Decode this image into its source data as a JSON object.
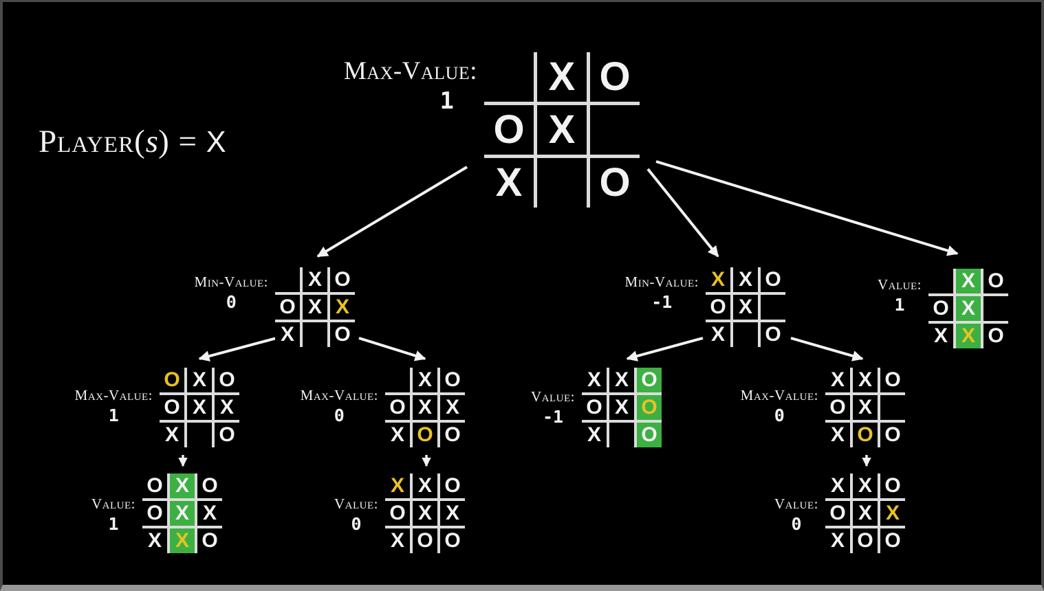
{
  "heading": {
    "prefix": "Player(",
    "variable": "s",
    "equals": ") = ",
    "player": "X"
  },
  "colors": {
    "background": "#000000",
    "grid_line": "#dcdcdc",
    "piece": "#f2f2f2",
    "new_move": "#e8c226",
    "win_highlight": "#3cb043",
    "arrow": "#f2f2f2",
    "frame": "#4a4a4a",
    "frame_bottom": "#979797"
  },
  "boards": {
    "root": {
      "label": "Max-Value:",
      "value": "1",
      "cells": [
        {
          "mark": ""
        },
        {
          "mark": "X"
        },
        {
          "mark": "O"
        },
        {
          "mark": "O"
        },
        {
          "mark": "X"
        },
        {
          "mark": ""
        },
        {
          "mark": "X"
        },
        {
          "mark": ""
        },
        {
          "mark": "O"
        }
      ]
    },
    "l2_left": {
      "label": "Min-Value:",
      "value": "0",
      "cells": [
        {
          "mark": ""
        },
        {
          "mark": "X"
        },
        {
          "mark": "O"
        },
        {
          "mark": "O"
        },
        {
          "mark": "X"
        },
        {
          "mark": "X",
          "new": true
        },
        {
          "mark": "X"
        },
        {
          "mark": ""
        },
        {
          "mark": "O"
        }
      ]
    },
    "l2_mid": {
      "label": "Min-Value:",
      "value": "-1",
      "cells": [
        {
          "mark": "X",
          "new": true
        },
        {
          "mark": "X"
        },
        {
          "mark": "O"
        },
        {
          "mark": "O"
        },
        {
          "mark": "X"
        },
        {
          "mark": ""
        },
        {
          "mark": "X"
        },
        {
          "mark": ""
        },
        {
          "mark": "O"
        }
      ]
    },
    "l2_right": {
      "label": "Value:",
      "value": "1",
      "cells": [
        {
          "mark": ""
        },
        {
          "mark": "X",
          "win": true
        },
        {
          "mark": "O"
        },
        {
          "mark": "O"
        },
        {
          "mark": "X",
          "win": true
        },
        {
          "mark": ""
        },
        {
          "mark": "X"
        },
        {
          "mark": "X",
          "new": true,
          "win": true
        },
        {
          "mark": "O"
        }
      ]
    },
    "l3_a": {
      "label": "Max-Value:",
      "value": "1",
      "cells": [
        {
          "mark": "O",
          "new": true
        },
        {
          "mark": "X"
        },
        {
          "mark": "O"
        },
        {
          "mark": "O"
        },
        {
          "mark": "X"
        },
        {
          "mark": "X"
        },
        {
          "mark": "X"
        },
        {
          "mark": ""
        },
        {
          "mark": "O"
        }
      ]
    },
    "l3_b": {
      "label": "Max-Value:",
      "value": "0",
      "cells": [
        {
          "mark": ""
        },
        {
          "mark": "X"
        },
        {
          "mark": "O"
        },
        {
          "mark": "O"
        },
        {
          "mark": "X"
        },
        {
          "mark": "X"
        },
        {
          "mark": "X"
        },
        {
          "mark": "O",
          "new": true
        },
        {
          "mark": "O"
        }
      ]
    },
    "l3_c": {
      "label": "Value:",
      "value": "-1",
      "cells": [
        {
          "mark": "X"
        },
        {
          "mark": "X"
        },
        {
          "mark": "O",
          "win": true
        },
        {
          "mark": "O"
        },
        {
          "mark": "X"
        },
        {
          "mark": "O",
          "new": true,
          "win": true
        },
        {
          "mark": "X"
        },
        {
          "mark": ""
        },
        {
          "mark": "O",
          "win": true
        }
      ]
    },
    "l3_d": {
      "label": "Max-Value:",
      "value": "0",
      "cells": [
        {
          "mark": "X"
        },
        {
          "mark": "X"
        },
        {
          "mark": "O"
        },
        {
          "mark": "O"
        },
        {
          "mark": "X"
        },
        {
          "mark": ""
        },
        {
          "mark": "X"
        },
        {
          "mark": "O",
          "new": true
        },
        {
          "mark": "O"
        }
      ]
    },
    "l4_a": {
      "label": "Value:",
      "value": "1",
      "cells": [
        {
          "mark": "O"
        },
        {
          "mark": "X",
          "win": true
        },
        {
          "mark": "O"
        },
        {
          "mark": "O"
        },
        {
          "mark": "X",
          "win": true
        },
        {
          "mark": "X"
        },
        {
          "mark": "X"
        },
        {
          "mark": "X",
          "new": true,
          "win": true
        },
        {
          "mark": "O"
        }
      ]
    },
    "l4_b": {
      "label": "Value:",
      "value": "0",
      "cells": [
        {
          "mark": "X",
          "new": true
        },
        {
          "mark": "X"
        },
        {
          "mark": "O"
        },
        {
          "mark": "O"
        },
        {
          "mark": "X"
        },
        {
          "mark": "X"
        },
        {
          "mark": "X"
        },
        {
          "mark": "O"
        },
        {
          "mark": "O"
        }
      ]
    },
    "l4_c": {
      "label": "Value:",
      "value": "0",
      "cells": [
        {
          "mark": "X"
        },
        {
          "mark": "X"
        },
        {
          "mark": "O"
        },
        {
          "mark": "O"
        },
        {
          "mark": "X"
        },
        {
          "mark": "X",
          "new": true
        },
        {
          "mark": "X"
        },
        {
          "mark": "O"
        },
        {
          "mark": "O"
        }
      ]
    }
  }
}
